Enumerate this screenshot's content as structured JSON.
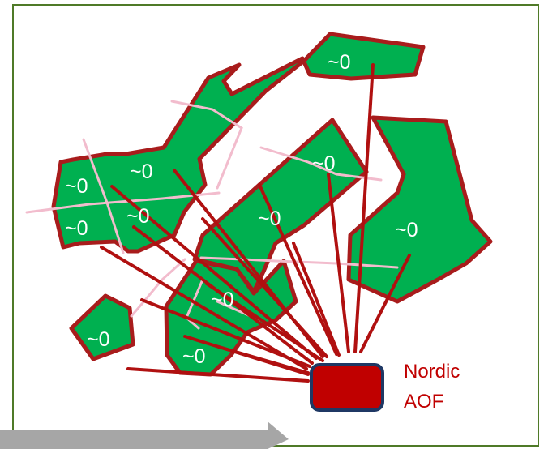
{
  "hub": {
    "label_line1": "Nordic",
    "label_line2": "AOF"
  },
  "regions": [
    {
      "id": "north",
      "value": "~0"
    },
    {
      "id": "scandinavia-nw",
      "value": "~0"
    },
    {
      "id": "scandinavia-w",
      "value": "~0"
    },
    {
      "id": "scandinavia-sw",
      "value": "~0"
    },
    {
      "id": "scandinavia-s",
      "value": "~0"
    },
    {
      "id": "central",
      "value": "~0"
    },
    {
      "id": "northeast",
      "value": "~0"
    },
    {
      "id": "east",
      "value": "~0"
    },
    {
      "id": "southcentral",
      "value": "~0"
    },
    {
      "id": "south",
      "value": "~0"
    },
    {
      "id": "island",
      "value": "~0"
    }
  ],
  "colors": {
    "region_fill": "#00b050",
    "region_stroke": "#a81c1c",
    "connection_line": "#b01010",
    "border_line": "#f2bccd",
    "hub_fill": "#c00000",
    "hub_stroke": "#1f3864",
    "hub_text": "#c00000",
    "frame_stroke": "#4f7a28",
    "arrow_fill": "#a6a6a6"
  }
}
